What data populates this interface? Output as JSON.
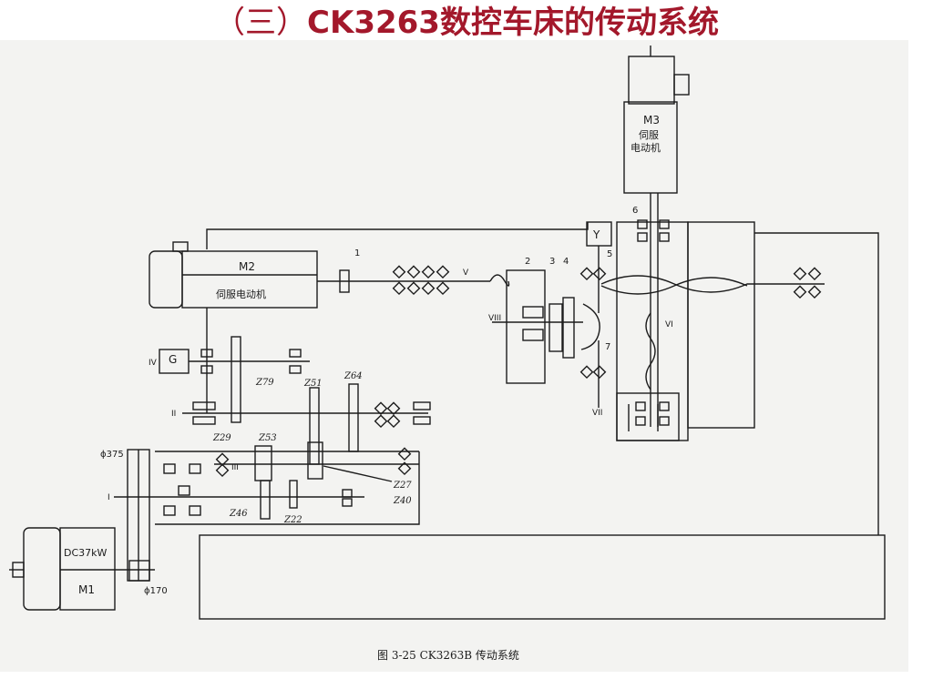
{
  "slide": {
    "title_paren": "（三）",
    "title_main": "CK3263数控车床的传动系统"
  },
  "colors": {
    "title": "#a3182b",
    "ink": "#1c1c1c",
    "paper": "#f3f3f1"
  },
  "diagram": {
    "caption": "图 3-25   CK3263B 传动系统",
    "motor_m3": {
      "label": "M3",
      "sub1": "伺服",
      "sub2": "电动机"
    },
    "motor_m2": {
      "label": "M2",
      "sub": "伺服电动机"
    },
    "motor_m1": {
      "label": "M1",
      "power": "DC37kW"
    },
    "generator": "G",
    "shafts": [
      "I",
      "II",
      "III",
      "IV",
      "V",
      "VI",
      "VII",
      "VIII"
    ],
    "parts": [
      "1",
      "2",
      "3",
      "4",
      "5",
      "6",
      "7"
    ],
    "gears": [
      "Z79",
      "Z51",
      "Z64",
      "Z29",
      "Z53",
      "Z27",
      "Z40",
      "Z46",
      "Z22"
    ],
    "pulleys": [
      "ϕ375",
      "ϕ170"
    ],
    "y_box": "Y"
  }
}
